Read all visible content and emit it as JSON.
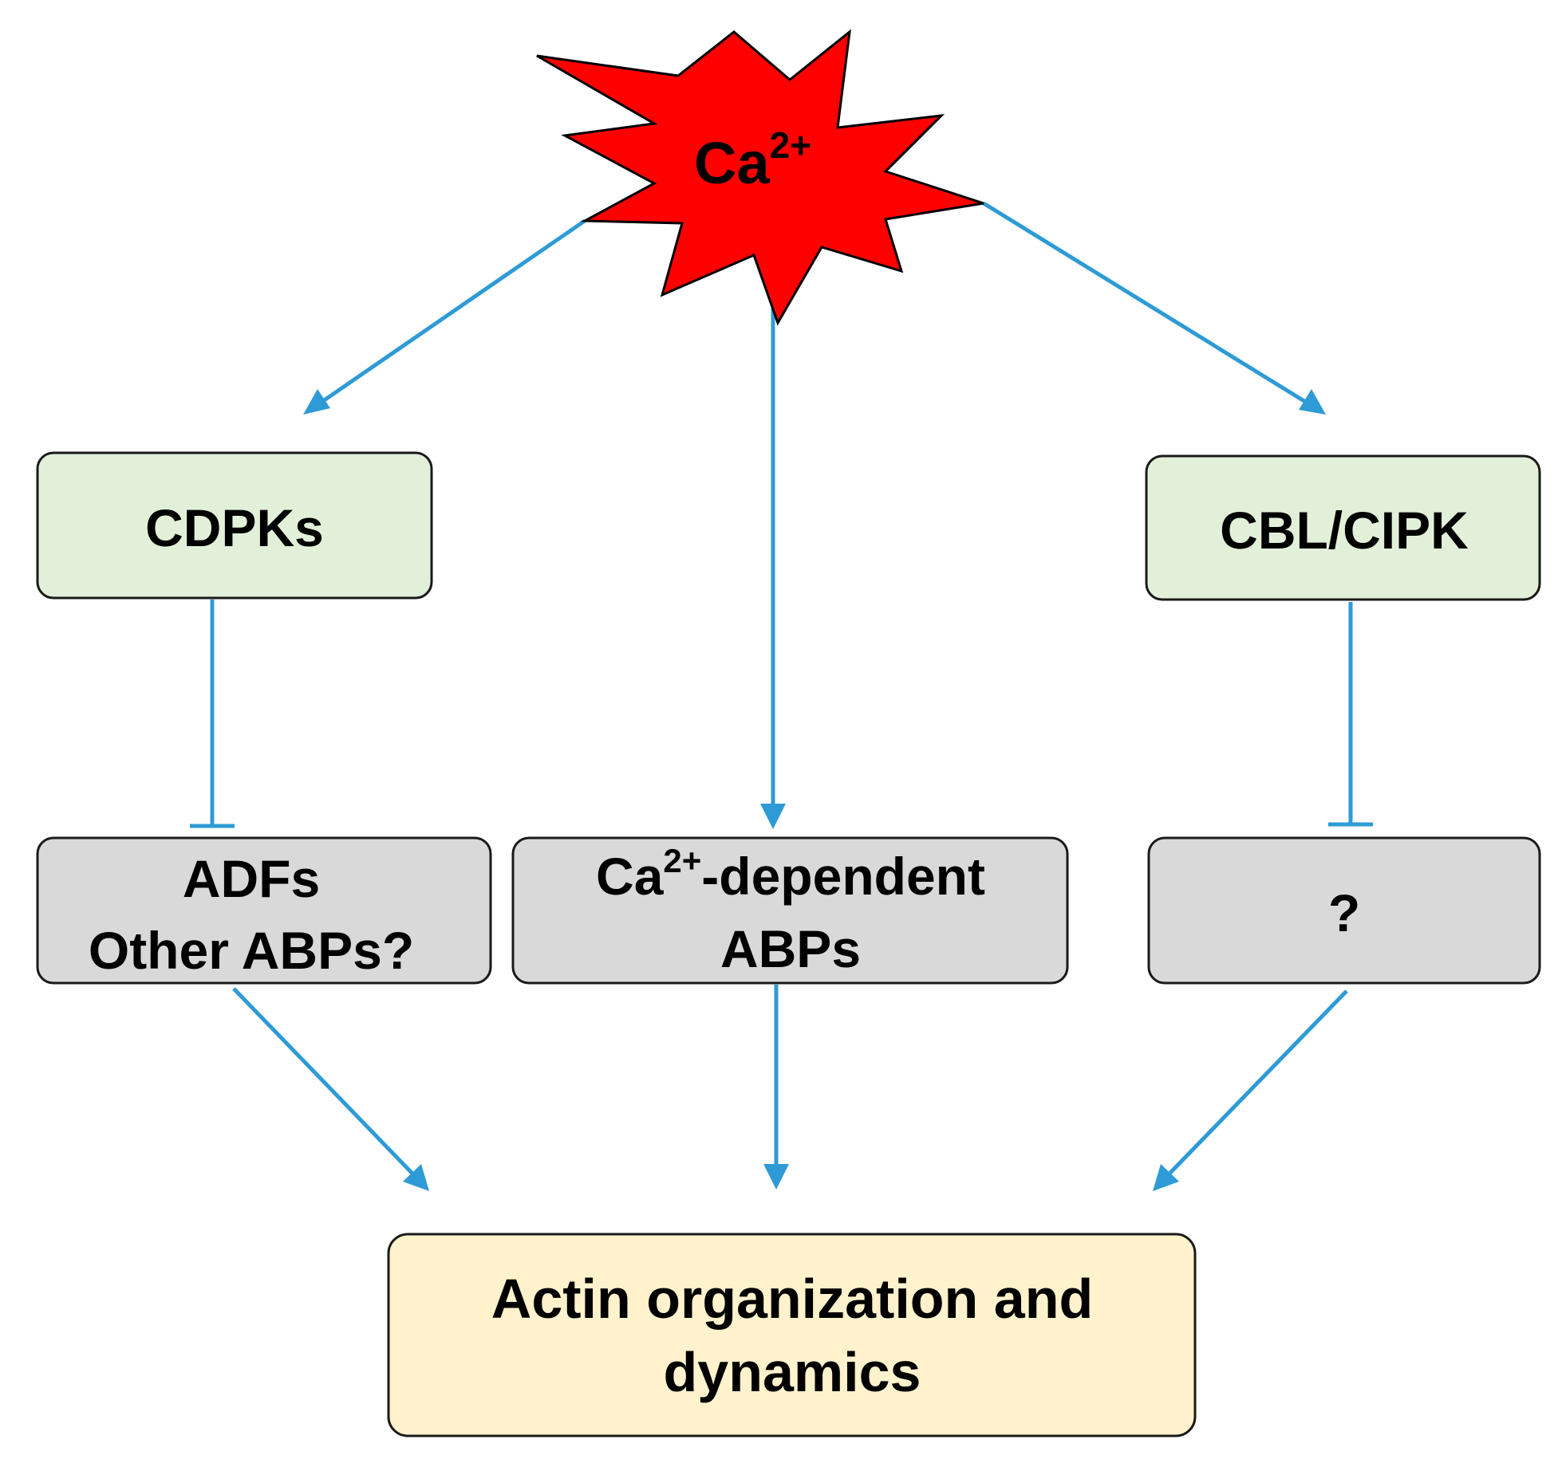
{
  "source": {
    "label_main": "Ca",
    "label_sup": "2+",
    "color": "#ff0000"
  },
  "nodes": {
    "cdpks": {
      "label": "CDPKs",
      "fill": "#e2f0d9"
    },
    "cbl_cipk": {
      "label": "CBL/CIPK",
      "fill": "#e2f0d9"
    },
    "adfs": {
      "line1": "ADFs",
      "line2": "Other ABPs?",
      "fill": "#d9d9d9"
    },
    "ca_abps": {
      "line1_main": "Ca",
      "line1_sup": "2+",
      "line1_rest": "-dependent",
      "line2": "ABPs",
      "fill": "#d9d9d9"
    },
    "unknown": {
      "label": "?",
      "fill": "#d9d9d9"
    },
    "actin": {
      "line1": "Actin organization and",
      "line2": "dynamics",
      "fill": "#fff2cc"
    }
  },
  "edges": [
    {
      "from": "Ca2+",
      "to": "CDPKs",
      "type": "activation"
    },
    {
      "from": "Ca2+",
      "to": "Ca2+-dependent ABPs",
      "type": "activation"
    },
    {
      "from": "Ca2+",
      "to": "CBL/CIPK",
      "type": "activation"
    },
    {
      "from": "CDPKs",
      "to": "ADFs / Other ABPs?",
      "type": "inhibition"
    },
    {
      "from": "CBL/CIPK",
      "to": "?",
      "type": "inhibition"
    },
    {
      "from": "ADFs / Other ABPs?",
      "to": "Actin organization and dynamics",
      "type": "activation"
    },
    {
      "from": "Ca2+-dependent ABPs",
      "to": "Actin organization and dynamics",
      "type": "activation"
    },
    {
      "from": "?",
      "to": "Actin organization and dynamics",
      "type": "activation"
    }
  ],
  "colors": {
    "arrow": "#2e9bd6",
    "border": "#1a1a1a"
  }
}
